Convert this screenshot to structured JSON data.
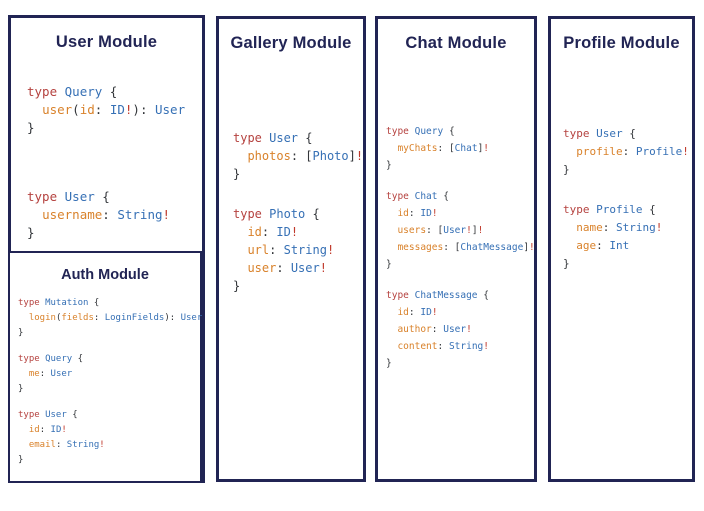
{
  "colors": {
    "navy": "#212454",
    "tok-kw": "#b5423f",
    "tok-ty": "#3670b5",
    "tok-fd": "#d9822b",
    "tok-pu": "#33363a",
    "tok-bg": "#c0392b"
  },
  "panels": [
    {
      "title": "User Module",
      "blocks": [
        [
          [
            [
              "kw",
              "type "
            ],
            [
              "ty",
              "Query "
            ],
            [
              "pu",
              "{"
            ]
          ],
          [
            [
              "pu",
              "  "
            ],
            [
              "fd",
              "user"
            ],
            [
              "pu",
              "("
            ],
            [
              "fd",
              "id"
            ],
            [
              "pu",
              ": "
            ],
            [
              "ty",
              "ID"
            ],
            [
              "bg",
              "!"
            ],
            [
              "pu",
              "): "
            ],
            [
              "ty",
              "User"
            ]
          ],
          [
            [
              "pu",
              "}"
            ]
          ]
        ],
        [
          [
            [
              "kw",
              "type "
            ],
            [
              "ty",
              "User "
            ],
            [
              "pu",
              "{"
            ]
          ],
          [
            [
              "pu",
              "  "
            ],
            [
              "fd",
              "username"
            ],
            [
              "pu",
              ": "
            ],
            [
              "ty",
              "String"
            ],
            [
              "bg",
              "!"
            ]
          ],
          [
            [
              "pu",
              "}"
            ]
          ]
        ]
      ]
    },
    {
      "title": "Gallery Module",
      "blocks": [
        [
          [
            [
              "kw",
              "type "
            ],
            [
              "ty",
              "User "
            ],
            [
              "pu",
              "{"
            ]
          ],
          [
            [
              "pu",
              "  "
            ],
            [
              "fd",
              "photos"
            ],
            [
              "pu",
              ": ["
            ],
            [
              "ty",
              "Photo"
            ],
            [
              "pu",
              "]"
            ],
            [
              "bg",
              "!"
            ]
          ],
          [
            [
              "pu",
              "}"
            ]
          ]
        ],
        [
          [
            [
              "kw",
              "type "
            ],
            [
              "ty",
              "Photo "
            ],
            [
              "pu",
              "{"
            ]
          ],
          [
            [
              "pu",
              "  "
            ],
            [
              "fd",
              "id"
            ],
            [
              "pu",
              ": "
            ],
            [
              "ty",
              "ID"
            ],
            [
              "bg",
              "!"
            ]
          ],
          [
            [
              "pu",
              "  "
            ],
            [
              "fd",
              "url"
            ],
            [
              "pu",
              ": "
            ],
            [
              "ty",
              "String"
            ],
            [
              "bg",
              "!"
            ]
          ],
          [
            [
              "pu",
              "  "
            ],
            [
              "fd",
              "user"
            ],
            [
              "pu",
              ": "
            ],
            [
              "ty",
              "User"
            ],
            [
              "bg",
              "!"
            ]
          ],
          [
            [
              "pu",
              "}"
            ]
          ]
        ]
      ]
    },
    {
      "title": "Chat Module",
      "blocks": [
        [
          [
            [
              "kw",
              "type "
            ],
            [
              "ty",
              "Query "
            ],
            [
              "pu",
              "{"
            ]
          ],
          [
            [
              "pu",
              "  "
            ],
            [
              "fd",
              "myChats"
            ],
            [
              "pu",
              ": ["
            ],
            [
              "ty",
              "Chat"
            ],
            [
              "pu",
              "]"
            ],
            [
              "bg",
              "!"
            ]
          ],
          [
            [
              "pu",
              "}"
            ]
          ]
        ],
        [
          [
            [
              "kw",
              "type "
            ],
            [
              "ty",
              "Chat "
            ],
            [
              "pu",
              "{"
            ]
          ],
          [
            [
              "pu",
              "  "
            ],
            [
              "fd",
              "id"
            ],
            [
              "pu",
              ": "
            ],
            [
              "ty",
              "ID"
            ],
            [
              "bg",
              "!"
            ]
          ],
          [
            [
              "pu",
              "  "
            ],
            [
              "fd",
              "users"
            ],
            [
              "pu",
              ": ["
            ],
            [
              "ty",
              "User"
            ],
            [
              "bg",
              "!"
            ],
            [
              "pu",
              "]"
            ],
            [
              "bg",
              "!"
            ]
          ],
          [
            [
              "pu",
              "  "
            ],
            [
              "fd",
              "messages"
            ],
            [
              "pu",
              ": ["
            ],
            [
              "ty",
              "ChatMessage"
            ],
            [
              "pu",
              "]"
            ],
            [
              "bg",
              "!"
            ]
          ],
          [
            [
              "pu",
              "}"
            ]
          ]
        ],
        [
          [
            [
              "kw",
              "type "
            ],
            [
              "ty",
              "ChatMessage "
            ],
            [
              "pu",
              "{"
            ]
          ],
          [
            [
              "pu",
              "  "
            ],
            [
              "fd",
              "id"
            ],
            [
              "pu",
              ": "
            ],
            [
              "ty",
              "ID"
            ],
            [
              "bg",
              "!"
            ]
          ],
          [
            [
              "pu",
              "  "
            ],
            [
              "fd",
              "author"
            ],
            [
              "pu",
              ": "
            ],
            [
              "ty",
              "User"
            ],
            [
              "bg",
              "!"
            ]
          ],
          [
            [
              "pu",
              "  "
            ],
            [
              "fd",
              "content"
            ],
            [
              "pu",
              ": "
            ],
            [
              "ty",
              "String"
            ],
            [
              "bg",
              "!"
            ]
          ],
          [
            [
              "pu",
              "}"
            ]
          ]
        ]
      ]
    },
    {
      "title": "Profile Module",
      "blocks": [
        [
          [
            [
              "kw",
              "type "
            ],
            [
              "ty",
              "User "
            ],
            [
              "pu",
              "{"
            ]
          ],
          [
            [
              "pu",
              "  "
            ],
            [
              "fd",
              "profile"
            ],
            [
              "pu",
              ": "
            ],
            [
              "ty",
              "Profile"
            ],
            [
              "bg",
              "!"
            ]
          ],
          [
            [
              "pu",
              "}"
            ]
          ]
        ],
        [
          [
            [
              "kw",
              "type "
            ],
            [
              "ty",
              "Profile "
            ],
            [
              "pu",
              "{"
            ]
          ],
          [
            [
              "pu",
              "  "
            ],
            [
              "fd",
              "name"
            ],
            [
              "pu",
              ": "
            ],
            [
              "ty",
              "String"
            ],
            [
              "bg",
              "!"
            ]
          ],
          [
            [
              "pu",
              "  "
            ],
            [
              "fd",
              "age"
            ],
            [
              "pu",
              ": "
            ],
            [
              "ty",
              "Int"
            ]
          ],
          [
            [
              "pu",
              "}"
            ]
          ]
        ]
      ]
    }
  ],
  "auth": {
    "title": "Auth Module",
    "blocks": [
      [
        [
          [
            "kw",
            "type "
          ],
          [
            "ty",
            "Mutation "
          ],
          [
            "pu",
            "{"
          ]
        ],
        [
          [
            "pu",
            "  "
          ],
          [
            "fd",
            "login"
          ],
          [
            "pu",
            "("
          ],
          [
            "fd",
            "fields"
          ],
          [
            "pu",
            ": "
          ],
          [
            "ty",
            "LoginFields"
          ],
          [
            "pu",
            "): "
          ],
          [
            "ty",
            "User"
          ]
        ],
        [
          [
            "pu",
            "}"
          ]
        ]
      ],
      [
        [
          [
            "kw",
            "type "
          ],
          [
            "ty",
            "Query "
          ],
          [
            "pu",
            "{"
          ]
        ],
        [
          [
            "pu",
            "  "
          ],
          [
            "fd",
            "me"
          ],
          [
            "pu",
            ": "
          ],
          [
            "ty",
            "User"
          ]
        ],
        [
          [
            "pu",
            "}"
          ]
        ]
      ],
      [
        [
          [
            "kw",
            "type "
          ],
          [
            "ty",
            "User "
          ],
          [
            "pu",
            "{"
          ]
        ],
        [
          [
            "pu",
            "  "
          ],
          [
            "fd",
            "id"
          ],
          [
            "pu",
            ": "
          ],
          [
            "ty",
            "ID"
          ],
          [
            "bg",
            "!"
          ]
        ],
        [
          [
            "pu",
            "  "
          ],
          [
            "fd",
            "email"
          ],
          [
            "pu",
            ": "
          ],
          [
            "ty",
            "String"
          ],
          [
            "bg",
            "!"
          ]
        ],
        [
          [
            "pu",
            "}"
          ]
        ]
      ]
    ]
  }
}
